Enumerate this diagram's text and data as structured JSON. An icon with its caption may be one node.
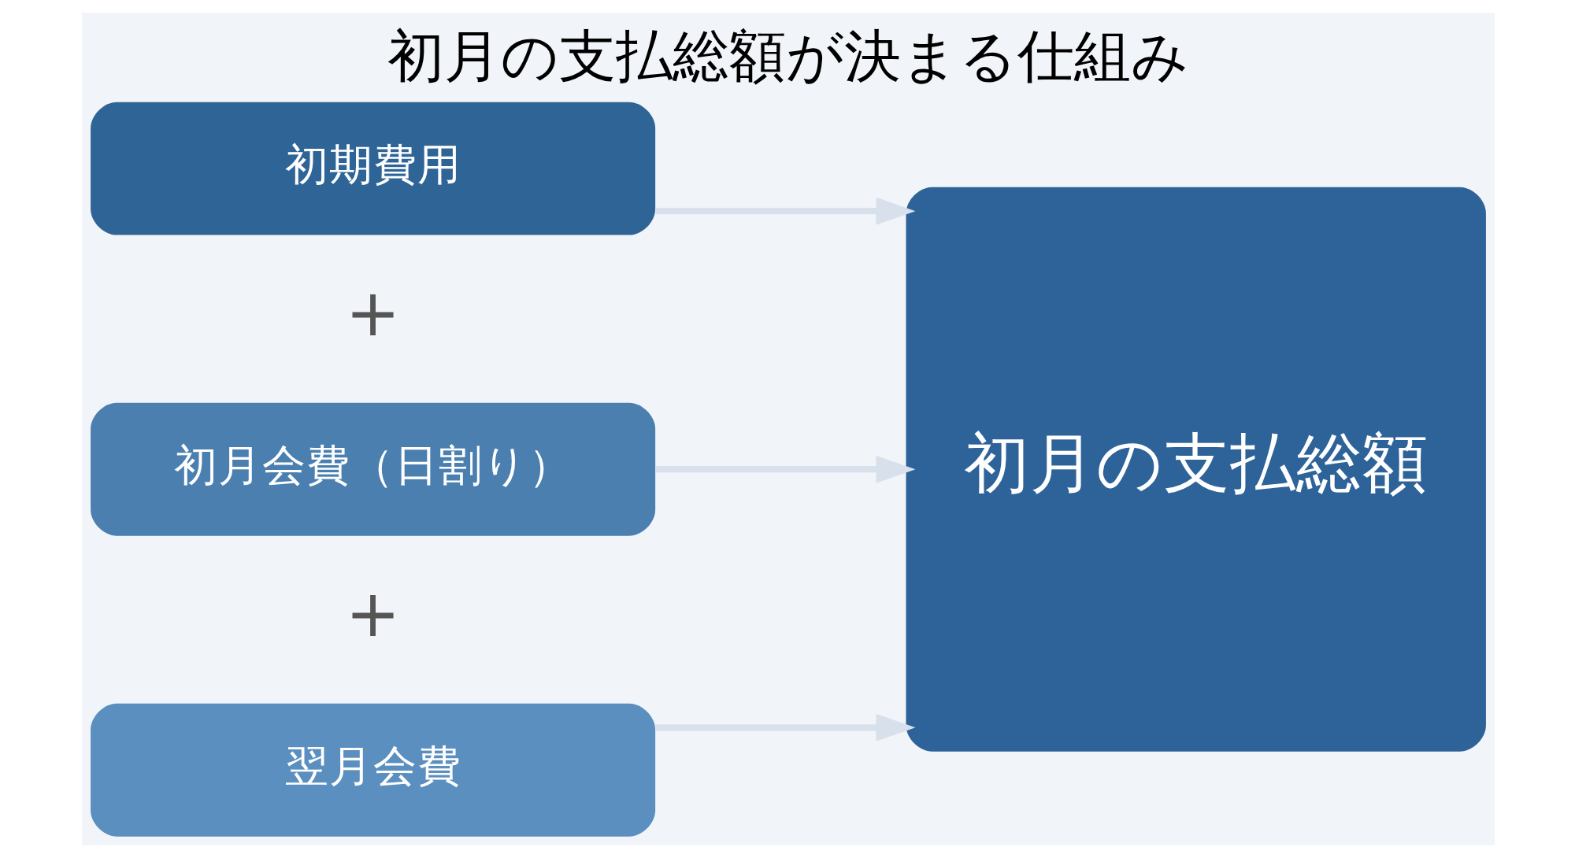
{
  "diagram": {
    "title": "初月の支払総額が決まる仕組み",
    "nodes": [
      {
        "text": [
          "初期費用"
        ]
      },
      {
        "text": [
          "初月会費（日割り）"
        ]
      },
      {
        "text": [
          "翌月会費"
        ]
      },
      {
        "text": [
          "初月の支払総額"
        ]
      }
    ],
    "edges": [
      {
        "from": 0,
        "to": 3,
        "arrow": "to"
      },
      {
        "from": 1,
        "to": 3,
        "arrow": "to"
      },
      {
        "from": 2,
        "to": 3,
        "arrow": "to"
      }
    ],
    "labels": [
      "+",
      "+"
    ]
  }
}
